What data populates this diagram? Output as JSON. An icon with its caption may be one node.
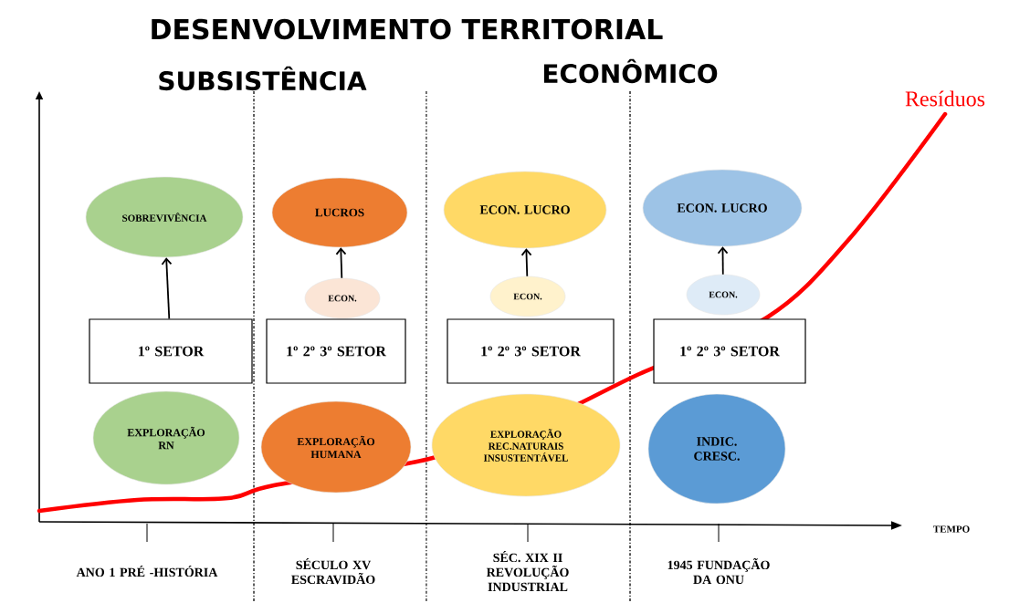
{
  "diagram": {
    "title": "DESENVOLVIMENTO TERRITORIAL",
    "nodes": [
      {
        "text": [
          "SOBREVIVÊNCIA"
        ]
      },
      {
        "text": [
          "1º SETOR"
        ]
      },
      {
        "text": [
          "EXPLORAÇÃO RN"
        ]
      },
      {
        "text": [
          "LUCROS"
        ]
      },
      {
        "text": [
          "ECON."
        ]
      },
      {
        "text": [
          "1º 2º 3º SETOR"
        ]
      },
      {
        "text": [
          "EXPLORAÇÃO HUMANA"
        ]
      },
      {
        "text": [
          "ECON. LUCRO"
        ]
      },
      {
        "text": [
          "ECON."
        ]
      },
      {
        "text": [
          "1º 2º 3º SETOR"
        ]
      },
      {
        "text": [
          "EXPLORAÇÃO REC.NATURAIS INSUSTENTÁVEL"
        ]
      },
      {
        "text": [
          "ECON. LUCRO"
        ]
      },
      {
        "text": [
          "ECON."
        ]
      },
      {
        "text": [
          "1º 2º 3º SETOR"
        ]
      },
      {
        "text": [
          "INDIC. CRESC."
        ]
      }
    ],
    "edges": [
      {
        "from": 1,
        "to": 0,
        "arrow": "to"
      },
      {
        "from": 4,
        "to": 3,
        "arrow": "to"
      },
      {
        "from": 8,
        "to": 7,
        "arrow": "to"
      },
      {
        "from": 12,
        "to": 11,
        "arrow": "to"
      }
    ],
    "labels": [
      "SUBSISTÊNCIA",
      "ECONÔMICO",
      "Resíduos",
      "TEMPO",
      "ANO 1 PRÉ -HISTÓRIA",
      "SÉCULO XV ESCRAVIDÃO",
      "SÉC. XIX II REVOLUÇÃO INDUSTRIAL",
      "1945 FUNDAÇÃO DA ONU"
    ]
  }
}
